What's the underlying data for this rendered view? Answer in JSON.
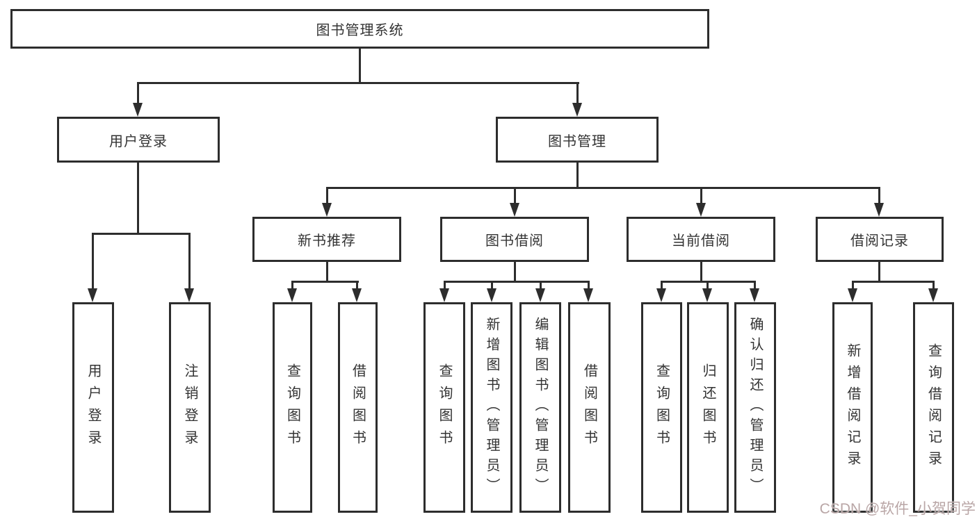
{
  "tree": {
    "label": "图书管理系统",
    "children": [
      {
        "label": "用户登录",
        "children": [
          {
            "label": "用户登录"
          },
          {
            "label": "注销登录"
          }
        ]
      },
      {
        "label": "图书管理",
        "children": [
          {
            "label": "新书推荐",
            "children": [
              {
                "label": "查询图书"
              },
              {
                "label": "借阅图书"
              }
            ]
          },
          {
            "label": "图书借阅",
            "children": [
              {
                "label": "查询图书"
              },
              {
                "label": "新增图书（管理员）"
              },
              {
                "label": "编辑图书（管理员）"
              },
              {
                "label": "借阅图书"
              }
            ]
          },
          {
            "label": "当前借阅",
            "children": [
              {
                "label": "查询图书"
              },
              {
                "label": "归还图书"
              },
              {
                "label": "确认归还（管理员）"
              }
            ]
          },
          {
            "label": "借阅记录",
            "children": [
              {
                "label": "新增借阅记录"
              },
              {
                "label": "查询借阅记录"
              }
            ]
          }
        ]
      }
    ]
  },
  "watermark": {
    "text": "CSDN @软件_小贺同学"
  },
  "colors": {
    "background": "#ffffff",
    "box_border": "#2d2d2d",
    "box_fill": "#ffffff",
    "line": "#2d2d2d",
    "text": "#333333",
    "watermark": "#b9a6a6"
  }
}
